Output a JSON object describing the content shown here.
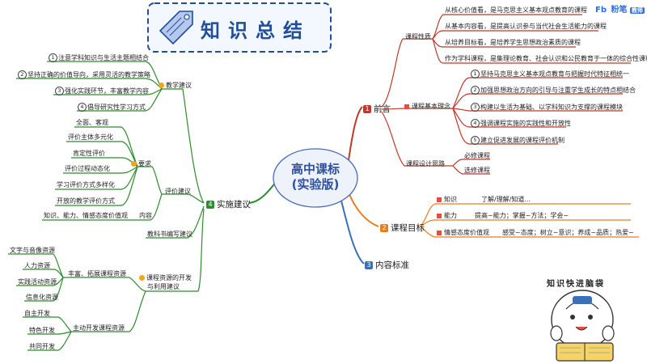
{
  "banner": {
    "title": "知识总结"
  },
  "brand": {
    "logo": "Fb",
    "name": "粉笔",
    "tag": "教师"
  },
  "center": {
    "line1": "高中课标",
    "line2": "(实验版)"
  },
  "branches": {
    "preface": {
      "num": "1",
      "label": "前言"
    },
    "goals": {
      "num": "2",
      "label": "课程目标"
    },
    "content": {
      "num": "3",
      "label": "内容标准"
    },
    "impl": {
      "num": "4",
      "label": "实施建议"
    }
  },
  "preface": {
    "nature": {
      "label": "课程性质",
      "items": [
        "从核心价值看，是马克思主义基本观点教育的课程",
        "从基本内容看，是提高认识参与当代社会生活能力的课程",
        "从培养目标看，是培养学生思想政治素质的课程",
        "作为学科课程，是集理论教育、社会认识和公民教育于一体的综合性课程"
      ]
    },
    "ideas": {
      "label": "课程基本理念",
      "items": [
        {
          "n": "1",
          "text": "坚持马克思主义基本观点教育与把握时代特征相统一"
        },
        {
          "n": "2",
          "text": "加强思想政治方向的引导与注重学生成长的特点相结合"
        },
        {
          "n": "3",
          "text": "构建以生活为基础、以学科知识为支撑的课程模块"
        },
        {
          "n": "4",
          "text": "强调课程实施的实践性和开放性"
        },
        {
          "n": "5",
          "text": "建立促进发展的课程评价机制"
        }
      ]
    },
    "design": {
      "label": "课程设计思路",
      "items": [
        "必修课程",
        "选修课程"
      ]
    }
  },
  "goals": {
    "items": [
      {
        "label": "知识",
        "text": "了解/理解/知道..."
      },
      {
        "label": "能力",
        "text": "提高~能力；掌握~方法；学会~"
      },
      {
        "label": "情感态度价值观",
        "text": "感受~态度；树立~意识；养成~品质；热爱~"
      }
    ]
  },
  "impl": {
    "teaching": {
      "label": "教学建议",
      "items": [
        {
          "n": "1",
          "text": "注意学科知识与生活主题相结合"
        },
        {
          "n": "2",
          "text": "坚持正确的价值导向，采用灵活的教学策略"
        },
        {
          "n": "3",
          "text": "强化实践环节，丰富教学内容"
        },
        {
          "n": "4",
          "text": "倡导研究性学习方式"
        }
      ]
    },
    "evaluation": {
      "label": "评价建议",
      "requirements": {
        "label": "要求",
        "items": [
          "全面、客观",
          "评价主体多元化",
          "肯定性评价",
          "评价过程动态化",
          "学习评价方式多样化",
          "开放的教学评价方式"
        ]
      },
      "content": {
        "label": "内容",
        "text": "知识、能力、情感态度价值观"
      }
    },
    "textbook": {
      "label": "教科书编写建议"
    },
    "resources": {
      "label1": "课程资源的开发",
      "label2": "与利用建议",
      "enrich": {
        "label": "丰富、拓展课程资源",
        "items": [
          "文字与音像资源",
          "人力资源",
          "实践活动资源",
          "信息化资源"
        ]
      },
      "active": {
        "label": "主动开发课程资源",
        "items": [
          "自主开发",
          "特色开发",
          "共同开发"
        ]
      }
    }
  },
  "sticker": {
    "text": "知识快进脑袋"
  },
  "colors": {
    "preface": "#c0392b",
    "goals": "#e67e22",
    "content": "#3b6fb6",
    "impl": "#2e8b2e",
    "banner": "#1f4e9a"
  }
}
